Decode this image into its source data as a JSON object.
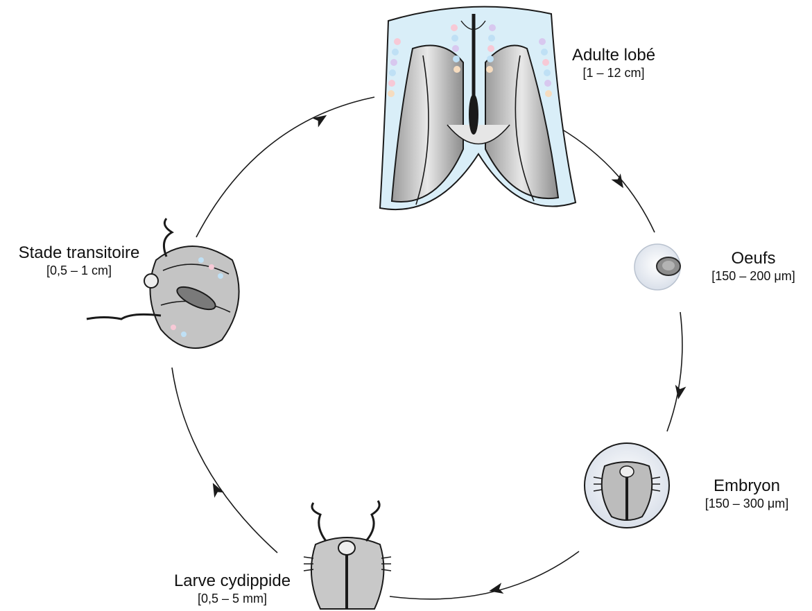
{
  "stages": {
    "adult": {
      "name": "Adulte lobé",
      "size": "[1 – 12 cm]"
    },
    "eggs": {
      "name": "Oeufs",
      "size": "[150 – 200 μm]"
    },
    "embryo": {
      "name": "Embryon",
      "size": "[150 – 300 μm]"
    },
    "larva": {
      "name": "Larve cydippide",
      "size": "[0,5 – 5 mm]"
    },
    "transition": {
      "name": "Stade transitoire",
      "size": "[0,5 – 1 cm]"
    }
  },
  "colors": {
    "body_fill": "#d9eef8",
    "inner_gray": "#c8c8c8",
    "outline": "#1a1a1a",
    "comb_rows": [
      "#f7c9d6",
      "#bfe0f5",
      "#d8c8ef",
      "#f6dcbf"
    ]
  },
  "icons": [
    "cycle-arrow",
    "ctenophore-adult",
    "egg",
    "embryo",
    "cydippid-larva",
    "transitional-stage"
  ]
}
